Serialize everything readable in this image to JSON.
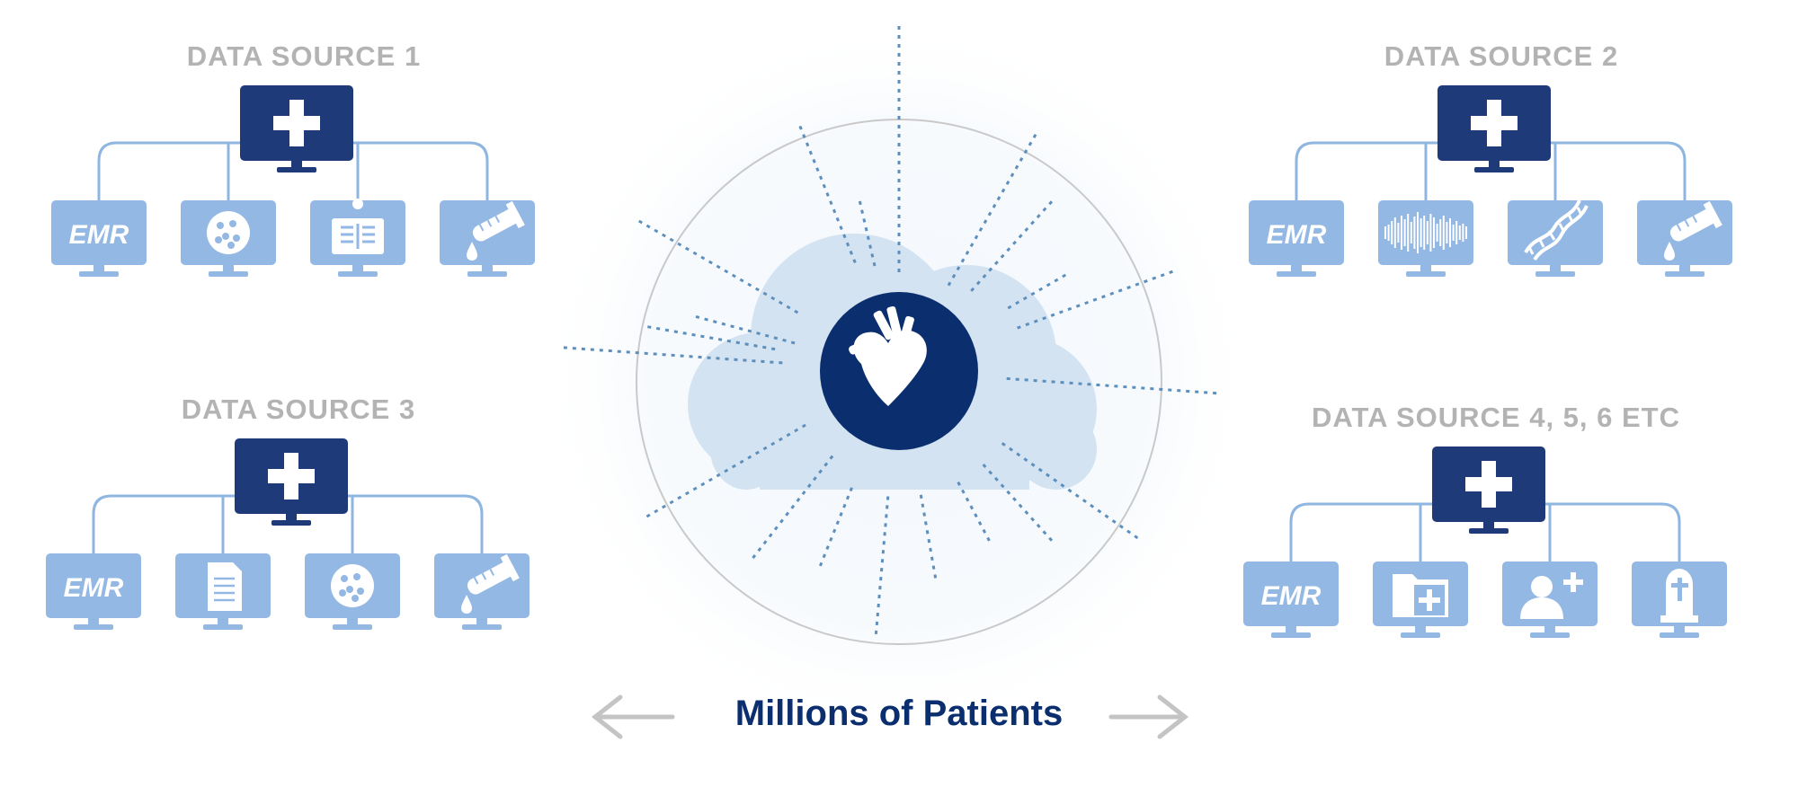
{
  "colors": {
    "hub": "#1f3a78",
    "leaf": "#93b8e4",
    "connector": "#8fb6e0",
    "title": "#b3b3b3",
    "accent_dark": "#0b2f6e",
    "cloud": "#d3e3f2",
    "rays": "#5d8fbd",
    "arrows": "#c4c4c4"
  },
  "sources": [
    {
      "title": "DATA SOURCE 1",
      "hub_icon": "medical-cross-icon",
      "leaves": [
        {
          "icon": "emr-label-icon",
          "label": "EMR"
        },
        {
          "icon": "petri-dish-icon"
        },
        {
          "icon": "xray-viewer-icon"
        },
        {
          "icon": "test-tube-drop-icon"
        }
      ]
    },
    {
      "title": "DATA SOURCE 2",
      "hub_icon": "medical-cross-icon",
      "leaves": [
        {
          "icon": "emr-label-icon",
          "label": "EMR"
        },
        {
          "icon": "waveform-icon"
        },
        {
          "icon": "dna-helix-icon"
        },
        {
          "icon": "test-tube-drop-icon"
        }
      ]
    },
    {
      "title": "DATA SOURCE 3",
      "hub_icon": "medical-cross-icon",
      "leaves": [
        {
          "icon": "emr-label-icon",
          "label": "EMR"
        },
        {
          "icon": "document-icon"
        },
        {
          "icon": "petri-dish-icon"
        },
        {
          "icon": "test-tube-drop-icon"
        }
      ]
    },
    {
      "title": "DATA SOURCE 4, 5, 6 ETC",
      "hub_icon": "medical-cross-icon",
      "leaves": [
        {
          "icon": "emr-label-icon",
          "label": "EMR"
        },
        {
          "icon": "medical-folder-icon"
        },
        {
          "icon": "add-patient-icon"
        },
        {
          "icon": "gravestone-icon"
        }
      ]
    }
  ],
  "center": {
    "icon": "heart-icon",
    "container": "cloud-icon"
  },
  "footer": {
    "label": "Millions of Patients",
    "left_icon": "arrow-left-icon",
    "right_icon": "arrow-right-icon"
  }
}
